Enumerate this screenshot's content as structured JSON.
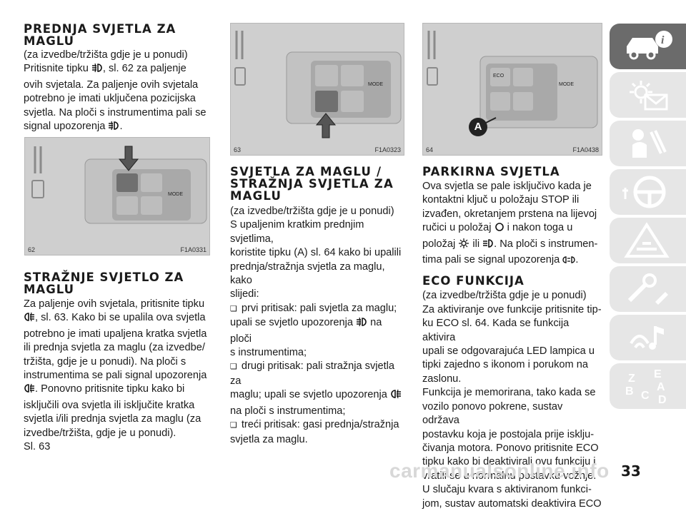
{
  "col1": {
    "heading1": "PREDNJA SVJETLA ZA MAGLU",
    "p1_lines": [
      "(za izvedbe/tržišta gdje je u ponudi)",
      "Pritisnite tipku {icon}, sl. 62 za paljenje",
      "ovih svjetala. Za paljenje ovih svjetala",
      "potrebno je imati uključena pozicijska",
      "svjetla. Na ploči s instrumentima pali se",
      "signal upozorenja {icon}."
    ],
    "figure": {
      "number": "62",
      "code": "F1A0331",
      "mode_label": "MODE"
    },
    "heading2": "STRAŽNJE SVJETLO ZA MAGLU",
    "p2_lines": [
      "Za paljenje ovih svjetala, pritisnite tipku",
      "{icon}, sl. 63. Kako bi se upalila ova svjetla",
      "potrebno je imati upaljena kratka svjetla",
      "ili prednja svjetla za maglu (za izvedbe/",
      "tržišta, gdje je u ponudi). Na ploči s",
      "instrumentima se pali signal upozorenja",
      "{icon}. Ponovno pritisnite tipku kako bi",
      "isključili ova svjetla ili isključite kratka",
      "svjetla i/ili prednja svjetla za maglu (za",
      "izvedbe/tržišta, gdje je u ponudi).",
      "Sl. 63"
    ]
  },
  "col2": {
    "figure": {
      "number": "63",
      "code": "F1A0323",
      "mode_label": "MODE"
    },
    "heading": "SVJETLA ZA MAGLU / STRAŽNJA SVJETLA ZA MAGLU",
    "lines": [
      "(za izvedbe/tržišta gdje je u ponudi)",
      "S upaljenim kratkim prednjim svjetlima,",
      "koristite tipku (A) sl. 64 kako bi upalili",
      "prednja/stražnja svjetla za maglu, kako",
      "slijedi:",
      "prvi pritisak: pali svjetla za maglu;",
      "upali se svjetlo upozorenja {icon} na ploči",
      "s instrumentima;",
      "drugi pritisak: pali stražnja svjetla za",
      "maglu; upali se svjetlo upozorenja {icon}",
      "na ploči s instrumentima;",
      "treći pritisak: gasi prednja/stražnja",
      "svjetla za maglu."
    ]
  },
  "col3": {
    "figure": {
      "number": "64",
      "code": "F1A0438",
      "mode_label": "MODE",
      "eco_label": "ECO",
      "callout": "A"
    },
    "heading1": "PARKIRNA SVJETLA",
    "p1_lines": [
      "Ova svjetla se pale isključivo kada je",
      "kontaktni ključ u položaju STOP ili",
      "izvađen, okretanjem prstena na lijevoj",
      "ručici u položaj {icon} i nakon toga u",
      "položaj {icon} ili {icon}. Na ploči s instrumen-",
      "tima pali se signal upozorenja {icon}."
    ],
    "heading2": "ECO FUNKCIJA",
    "p2_lines": [
      "(za izvedbe/tržišta gdje je u ponudi)",
      "Za aktiviranje ove funkcije pritisnite tip-",
      "ku ECO sl. 64. Kada se funkcija aktivira",
      "upali se odgovarajuća LED lampica u",
      "tipki zajedno s ikonom i porukom na",
      "zaslonu.",
      "Funkcija je memorirana, tako kada se",
      "vozilo ponovo pokrene, sustav održava",
      "postavku koja je postojala prije isklju-",
      "čivanja motora. Ponovo pritisnite ECO",
      "tipku kako bi deaktivirali ovu funkciju i",
      "vratili se u normalnu postavku vožnje.",
      "U slučaju kvara s aktiviranom funkci-",
      "jom, sustav automatski deaktivira ECO"
    ]
  },
  "tabs": [
    {
      "name": "car-info-icon",
      "active": true
    },
    {
      "name": "warning-lights-icon",
      "active": false
    },
    {
      "name": "airbag-seat-icon",
      "active": false
    },
    {
      "name": "steering-wheel-icon",
      "active": false
    },
    {
      "name": "breakdown-warning-icon",
      "active": false
    },
    {
      "name": "service-tools-icon",
      "active": false
    },
    {
      "name": "multimedia-icon",
      "active": false
    },
    {
      "name": "index-letters-icon",
      "active": false
    }
  ],
  "index_letters": [
    "Z",
    "E",
    "A",
    "B",
    "C",
    "D"
  ],
  "page_number": "33",
  "watermark": "carmanualsonline.info",
  "colors": {
    "active_tab": "#6b6b6b",
    "inactive_tab": "#e6e6e6",
    "callout": "#222222"
  }
}
